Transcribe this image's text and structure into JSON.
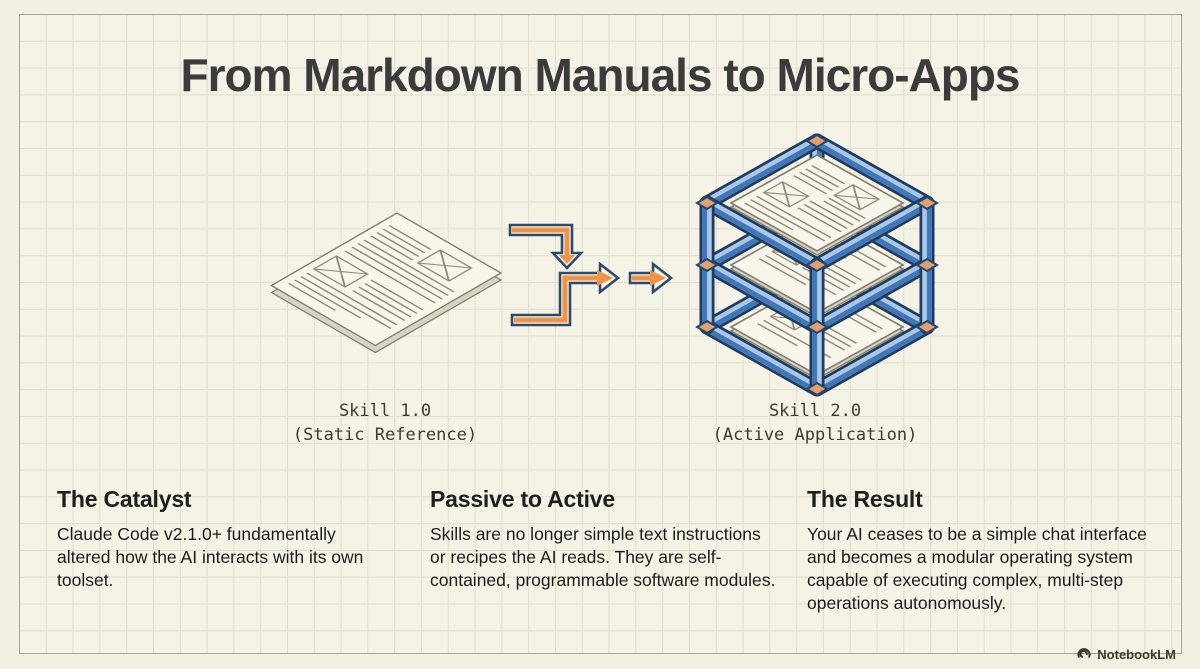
{
  "title": "From Markdown Manuals to Micro-Apps",
  "diagram": {
    "skill1": {
      "line1": "Skill 1.0",
      "line2": "(Static Reference)"
    },
    "skill2": {
      "line1": "Skill 2.0",
      "line2": "(Active Application)"
    },
    "icons": {
      "left": "document-sheet-illustration",
      "middle": "flow-arrows-illustration",
      "right": "module-cube-illustration"
    }
  },
  "columns": [
    {
      "heading": "The Catalyst",
      "body": "Claude Code v2.1.0+ fundamentally altered how the AI interacts with its own toolset."
    },
    {
      "heading": "Passive to Active",
      "body": "Skills are no longer simple text instructions or recipes the AI reads. They are self-contained, programmable software modules."
    },
    {
      "heading": "The Result",
      "body": "Your AI ceases to be a simple chat interface and becomes a modular operating system capable of executing complex, multi-step operations autonomously."
    }
  ],
  "watermark": {
    "label": "NotebookLM",
    "logo": "notebooklm-swirl-icon"
  },
  "colors": {
    "background": "#f4f1e4",
    "grid_line": "#e1ddcd",
    "accent_orange": "#ef9447",
    "beam_blue": "#4077b8",
    "beam_blue_light": "#a9c8e8",
    "outline_navy": "#1f3c5e",
    "joint_orange": "#e2a06e",
    "text_dark": "#3b3b3b"
  }
}
